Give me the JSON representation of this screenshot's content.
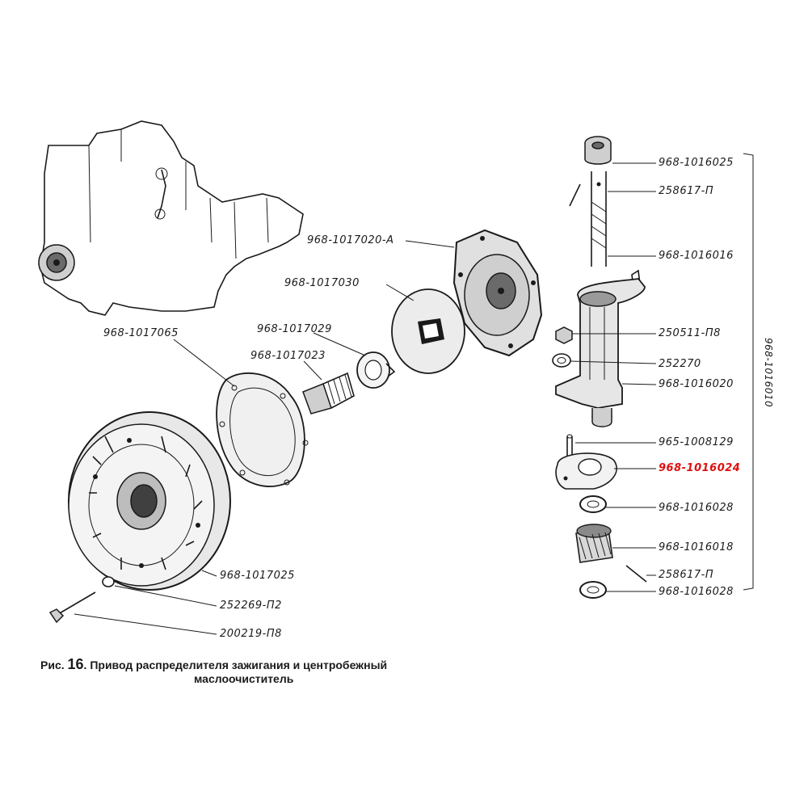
{
  "labels": {
    "l_1016025": "968-1016025",
    "l_258617_top": "258617-П",
    "l_1016016": "968-1016016",
    "l_250511": "250511-П8",
    "l_252270": "252270",
    "l_1016020": "968-1016020",
    "l_1008129": "965-1008129",
    "l_1016024": "968-1016024",
    "l_1016028_a": "968-1016028",
    "l_1016018": "968-1016018",
    "l_258617_bot": "258617-П",
    "l_1016028_b": "968-1016028",
    "l_1017020": "968-1017020-А",
    "l_1017030": "968-1017030",
    "l_1017029": "968-1017029",
    "l_1017023": "968-1017023",
    "l_1017065": "968-1017065",
    "l_1017025": "968-1017025",
    "l_252269": "252269-П2",
    "l_200219": "200219-П8",
    "l_assembly": "968-1016010"
  },
  "caption": {
    "prefix": "Рис.",
    "number": "16",
    "line1": ". Привод распределителя зажигания и центробежный",
    "line2": "маслоочиститель"
  },
  "colors": {
    "ink": "#1a1a1a",
    "highlight": "#e01010"
  }
}
